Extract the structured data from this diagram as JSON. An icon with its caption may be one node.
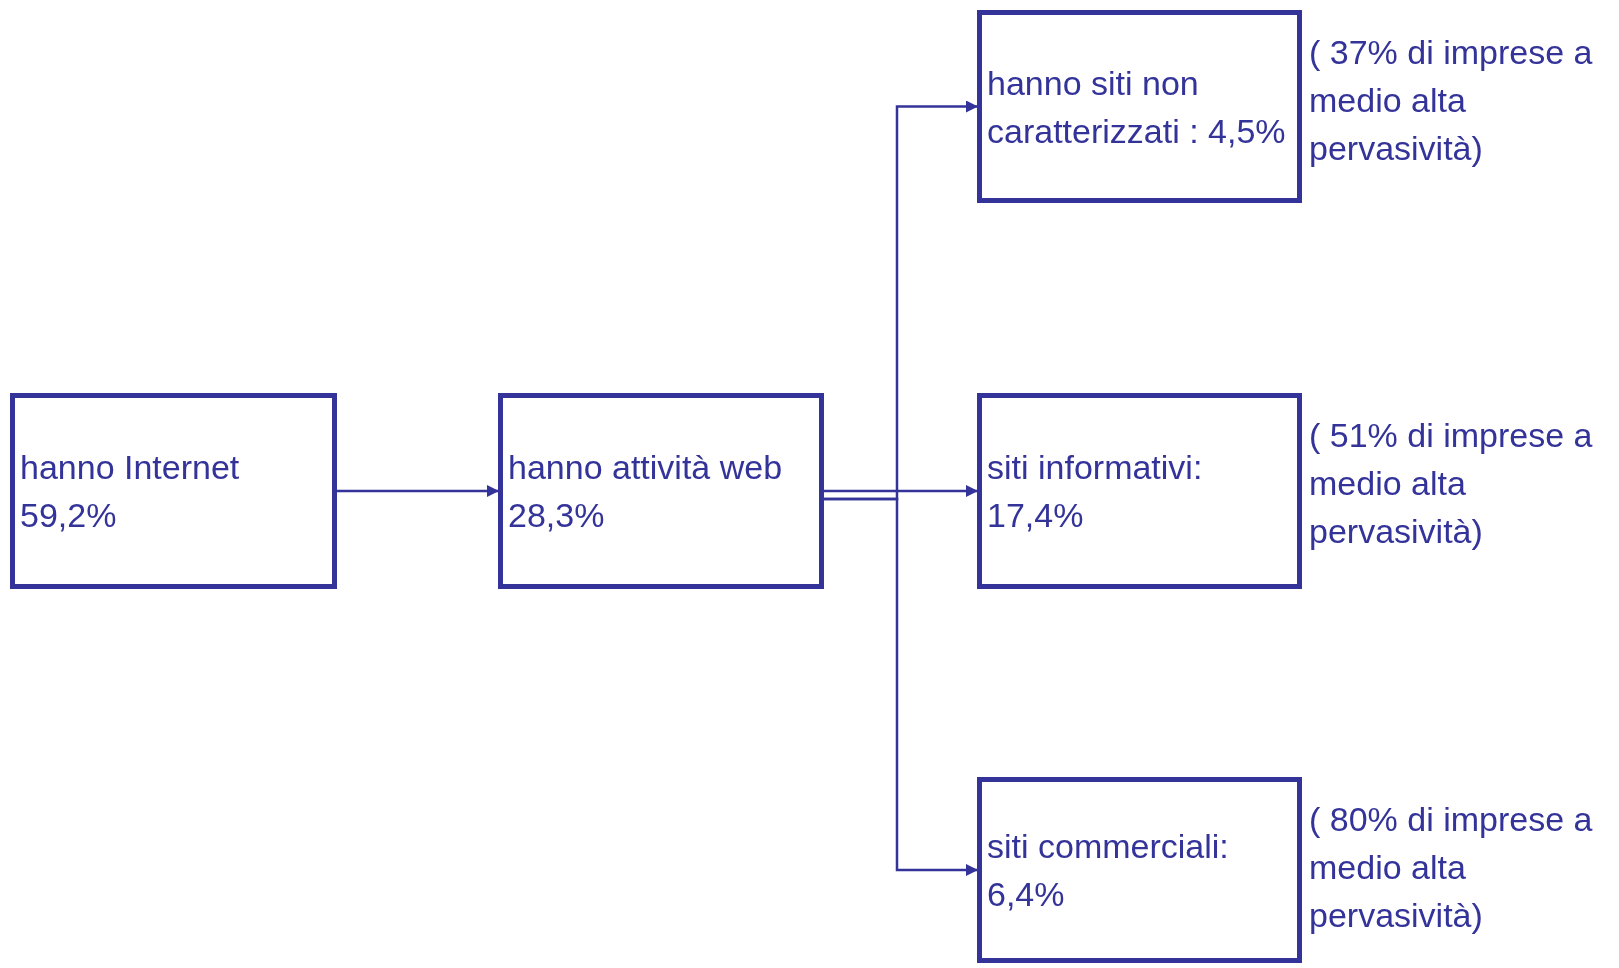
{
  "diagram": {
    "nodes": [
      {
        "text": [
          "hanno Internet 59,2%"
        ]
      },
      {
        "text": [
          "hanno attività web 28,3%"
        ]
      },
      {
        "text": [
          "hanno siti non caratterizzati : 4,5%"
        ],
        "beside": [
          "( 37% di imprese a medio alta pervasività)"
        ]
      },
      {
        "text": [
          "siti informativi: 17,4%"
        ],
        "beside": [
          "( 51% di imprese a medio alta pervasività)"
        ]
      },
      {
        "text": [
          "siti commerciali: 6,4%"
        ],
        "beside": [
          "( 80% di imprese a medio alta pervasività)"
        ]
      }
    ],
    "edges": [
      {
        "from": 0,
        "to": 1,
        "arrow": "to"
      },
      {
        "from": 1,
        "to": 2,
        "arrow": "to"
      },
      {
        "from": 1,
        "to": 3,
        "arrow": "to"
      },
      {
        "from": 1,
        "to": 4,
        "arrow": "to"
      }
    ]
  }
}
